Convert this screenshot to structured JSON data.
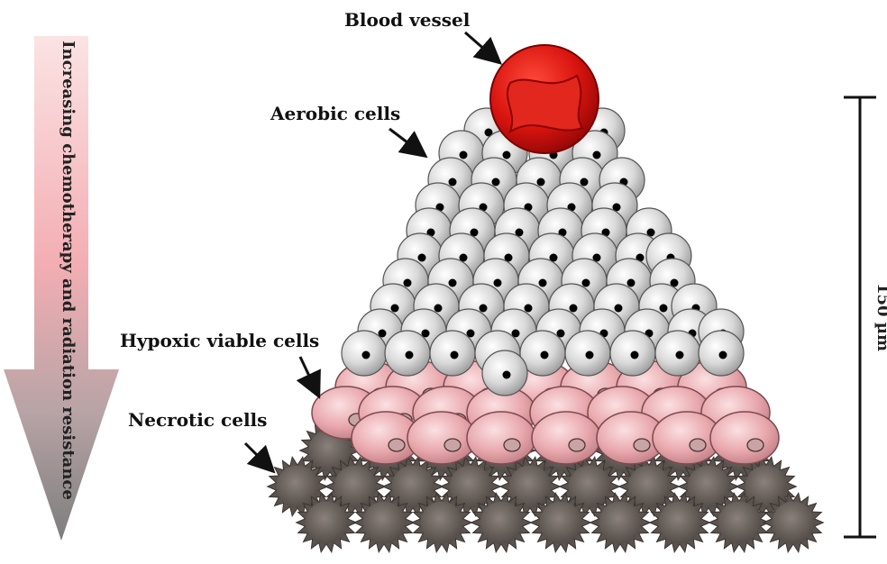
{
  "labels": {
    "blood_vessel": "Blood vessel",
    "aerobic": "Aerobic cells",
    "hypoxic": "Hypoxic viable cells",
    "necrotic": "Necrotic cells"
  },
  "side_arrow_text": "Increasing chemotherapy and radiation resistance",
  "scale_bar_text": "150 µm",
  "colors": {
    "aerobic_cell": "#d9d9d9",
    "aerobic_nucleus": "#000000",
    "hypoxic_cell": "#e8a9ad",
    "hypoxic_nucleus": "#c9a4a5",
    "necrotic_cell": "#6b625d",
    "blood_vessel": "#d40f0f",
    "gradient_top": "#f6b9bd",
    "gradient_bottom": "#8c8c8c"
  }
}
